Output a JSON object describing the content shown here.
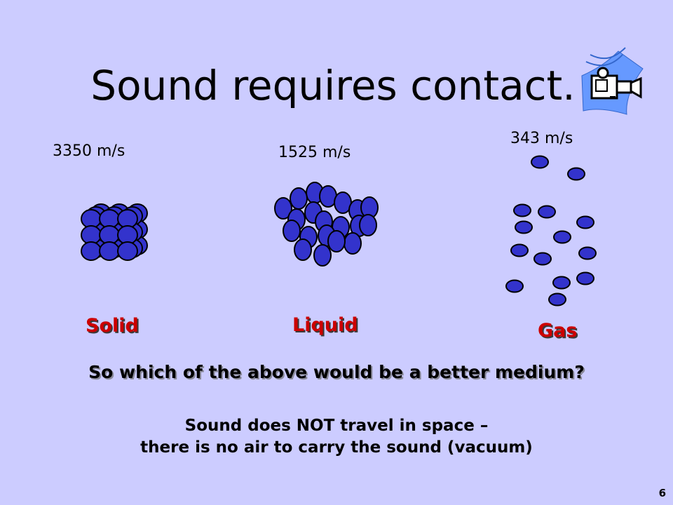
{
  "slide": {
    "title": "Sound requires contact.",
    "icon": "video-camera-icon",
    "states": [
      {
        "speed": "3350 m/s",
        "label": "Solid"
      },
      {
        "speed": "1525 m/s",
        "label": "Liquid"
      },
      {
        "speed": "343 m/s",
        "label": "Gas"
      }
    ],
    "question": "So which of the above would be a better medium?",
    "note_line1": "Sound does NOT travel in space –",
    "note_line2": "there is no air to carry the sound (vacuum)",
    "page_number": "6"
  },
  "colors": {
    "background": "#ccccff",
    "particle": "#3333cc",
    "label": "#cc0000"
  }
}
